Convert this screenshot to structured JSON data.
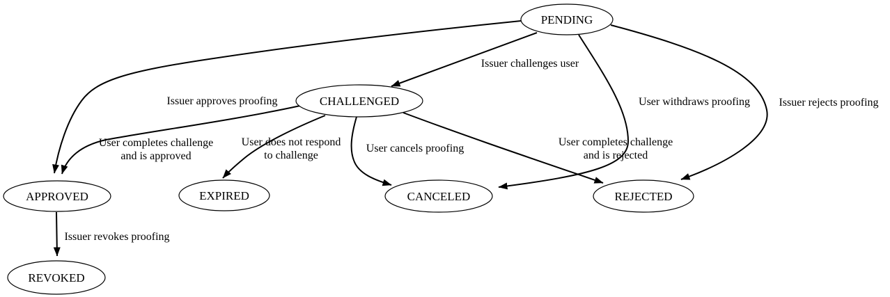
{
  "diagram": {
    "type": "state-machine-graph",
    "background_color": "#ffffff",
    "line_color": "#000000",
    "text_color": "#000000",
    "nodes": [
      {
        "id": "pending",
        "label": "PENDING"
      },
      {
        "id": "challenged",
        "label": "CHALLENGED"
      },
      {
        "id": "approved",
        "label": "APPROVED"
      },
      {
        "id": "expired",
        "label": "EXPIRED"
      },
      {
        "id": "canceled",
        "label": "CANCELED"
      },
      {
        "id": "rejected",
        "label": "REJECTED"
      },
      {
        "id": "revoked",
        "label": "REVOKED"
      }
    ],
    "edges": [
      {
        "from": "PENDING",
        "to": "CHALLENGED",
        "label": "Issuer challenges user"
      },
      {
        "from": "PENDING",
        "to": "APPROVED",
        "label": "Issuer approves proofing"
      },
      {
        "from": "PENDING",
        "to": "CANCELED",
        "label": "User withdraws proofing"
      },
      {
        "from": "PENDING",
        "to": "REJECTED",
        "label": "Issuer rejects proofing"
      },
      {
        "from": "CHALLENGED",
        "to": "APPROVED",
        "label": "User completes challenge and is approved",
        "label_lines": [
          "User completes challenge",
          "and is approved"
        ]
      },
      {
        "from": "CHALLENGED",
        "to": "EXPIRED",
        "label": "User does not respond to challenge",
        "label_lines": [
          "User does not respond",
          "to challenge"
        ]
      },
      {
        "from": "CHALLENGED",
        "to": "CANCELED",
        "label": "User cancels proofing"
      },
      {
        "from": "CHALLENGED",
        "to": "REJECTED",
        "label": "User completes challenge and is rejected",
        "label_lines": [
          "User completes challenge",
          "and is rejected"
        ]
      },
      {
        "from": "APPROVED",
        "to": "REVOKED",
        "label": "Issuer revokes proofing"
      }
    ]
  }
}
